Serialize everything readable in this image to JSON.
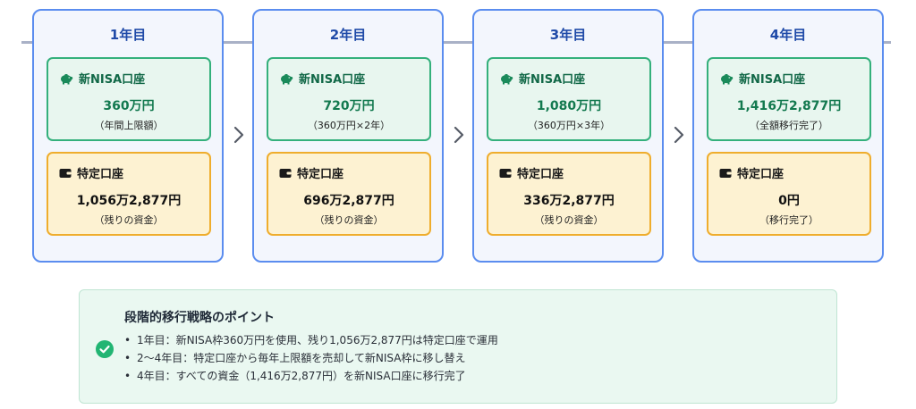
{
  "years": [
    {
      "title": "1年目",
      "nisa": {
        "label": "新NISA口座",
        "value": "360万円",
        "note": "（年間上限額）"
      },
      "tokutei": {
        "label": "特定口座",
        "value": "1,056万2,877円",
        "note": "（残りの資金）"
      }
    },
    {
      "title": "2年目",
      "nisa": {
        "label": "新NISA口座",
        "value": "720万円",
        "note": "（360万円×2年）"
      },
      "tokutei": {
        "label": "特定口座",
        "value": "696万2,877円",
        "note": "（残りの資金）"
      }
    },
    {
      "title": "3年目",
      "nisa": {
        "label": "新NISA口座",
        "value": "1,080万円",
        "note": "（360万円×3年）"
      },
      "tokutei": {
        "label": "特定口座",
        "value": "336万2,877円",
        "note": "（残りの資金）"
      }
    },
    {
      "title": "4年目",
      "nisa": {
        "label": "新NISA口座",
        "value": "1,416万2,877円",
        "note": "（全額移行完了）"
      },
      "tokutei": {
        "label": "特定口座",
        "value": "0円",
        "note": "（移行完了）"
      }
    }
  ],
  "summary": {
    "title": "段階的移行戦略のポイント",
    "points": [
      "1年目：新NISA枠360万円を使用、残り1,056万2,877円は特定口座で運用",
      "2〜4年目：特定口座から毎年上限額を売却して新NISA枠に移し替え",
      "4年目：すべての資金（1,416万2,877円）を新NISA口座に移行完了"
    ]
  },
  "icons": {
    "nisa": "piggy-bank-icon",
    "tokutei": "wallet-icon",
    "arrow": "chevron-right-icon",
    "summary": "check-circle-icon"
  },
  "colors": {
    "card_border": "#5b8def",
    "year_title": "#1f4aa8",
    "nisa_border": "#34b07c",
    "nisa_bg": "#e8f6ef",
    "tokutei_border": "#efad2d",
    "tokutei_bg": "#fdf2d2",
    "summary_bg": "#eaf8f1",
    "check": "#22b573"
  }
}
